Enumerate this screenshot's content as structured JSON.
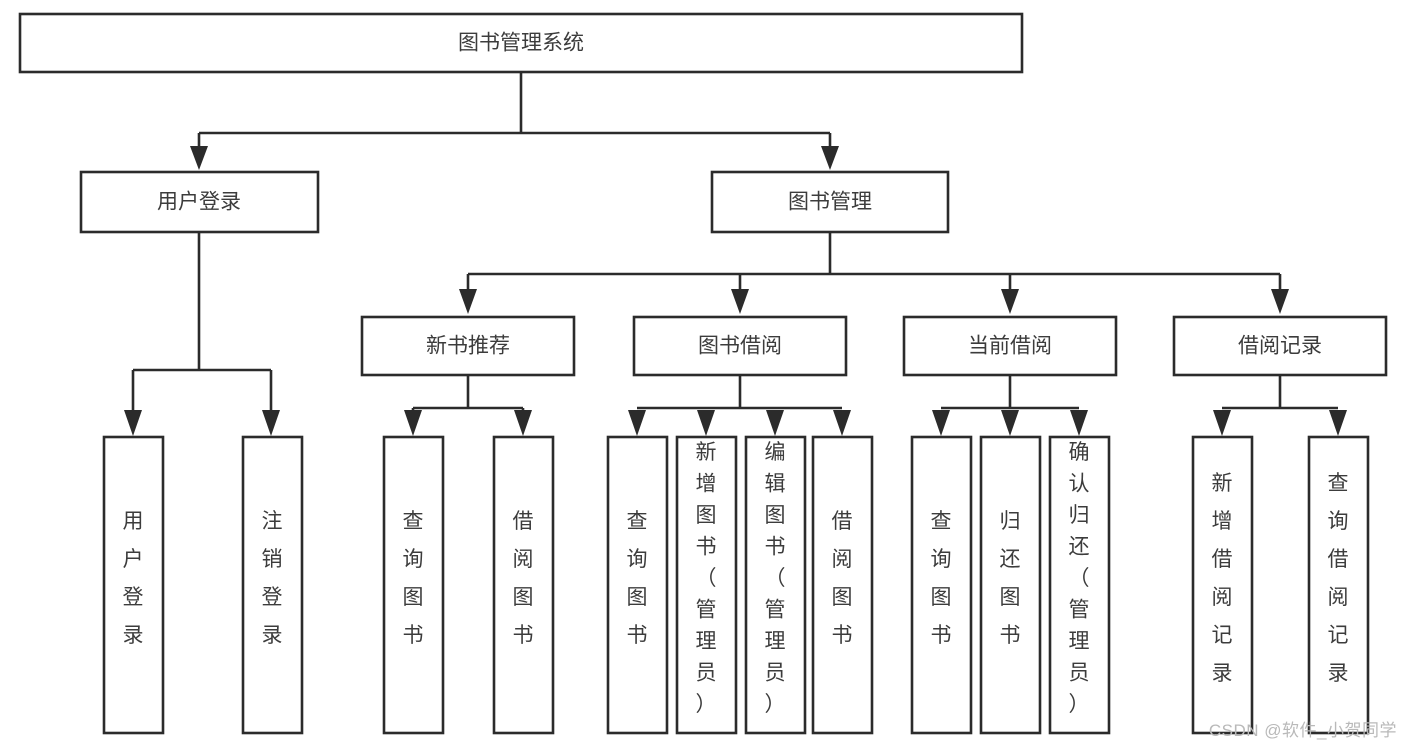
{
  "diagram": {
    "type": "tree-hierarchy",
    "title": "图书管理系统",
    "watermark": "CSDN @软件_小贺同学",
    "colors": {
      "box_stroke": "#2b2b2b",
      "box_fill": "#ffffff",
      "text": "#3c3c3c",
      "background": "#ffffff",
      "watermark": "#b9b9b9"
    },
    "levels": {
      "root": {
        "label": "图书管理系统",
        "orientation": "horizontal"
      },
      "level1": [
        {
          "label": "用户登录",
          "orientation": "horizontal"
        },
        {
          "label": "图书管理",
          "orientation": "horizontal"
        }
      ],
      "level2": [
        {
          "label": "新书推荐",
          "orientation": "horizontal",
          "parent": "图书管理"
        },
        {
          "label": "图书借阅",
          "orientation": "horizontal",
          "parent": "图书管理"
        },
        {
          "label": "当前借阅",
          "orientation": "horizontal",
          "parent": "图书管理"
        },
        {
          "label": "借阅记录",
          "orientation": "horizontal",
          "parent": "图书管理"
        }
      ],
      "leaves": [
        {
          "label": "用户登录",
          "orientation": "vertical",
          "parent": "用户登录"
        },
        {
          "label": "注销登录",
          "orientation": "vertical",
          "parent": "用户登录"
        },
        {
          "label": "查询图书",
          "orientation": "vertical",
          "parent": "新书推荐"
        },
        {
          "label": "借阅图书",
          "orientation": "vertical",
          "parent": "新书推荐"
        },
        {
          "label": "查询图书",
          "orientation": "vertical",
          "parent": "图书借阅"
        },
        {
          "label": "新增图书（管理员）",
          "orientation": "vertical",
          "parent": "图书借阅"
        },
        {
          "label": "编辑图书（管理员）",
          "orientation": "vertical",
          "parent": "图书借阅"
        },
        {
          "label": "借阅图书",
          "orientation": "vertical",
          "parent": "图书借阅"
        },
        {
          "label": "查询图书",
          "orientation": "vertical",
          "parent": "当前借阅"
        },
        {
          "label": "归还图书",
          "orientation": "vertical",
          "parent": "当前借阅"
        },
        {
          "label": "确认归还（管理员）",
          "orientation": "vertical",
          "parent": "当前借阅"
        },
        {
          "label": "新增借阅记录",
          "orientation": "vertical",
          "parent": "借阅记录"
        },
        {
          "label": "查询借阅记录",
          "orientation": "vertical",
          "parent": "借阅记录"
        }
      ]
    }
  }
}
